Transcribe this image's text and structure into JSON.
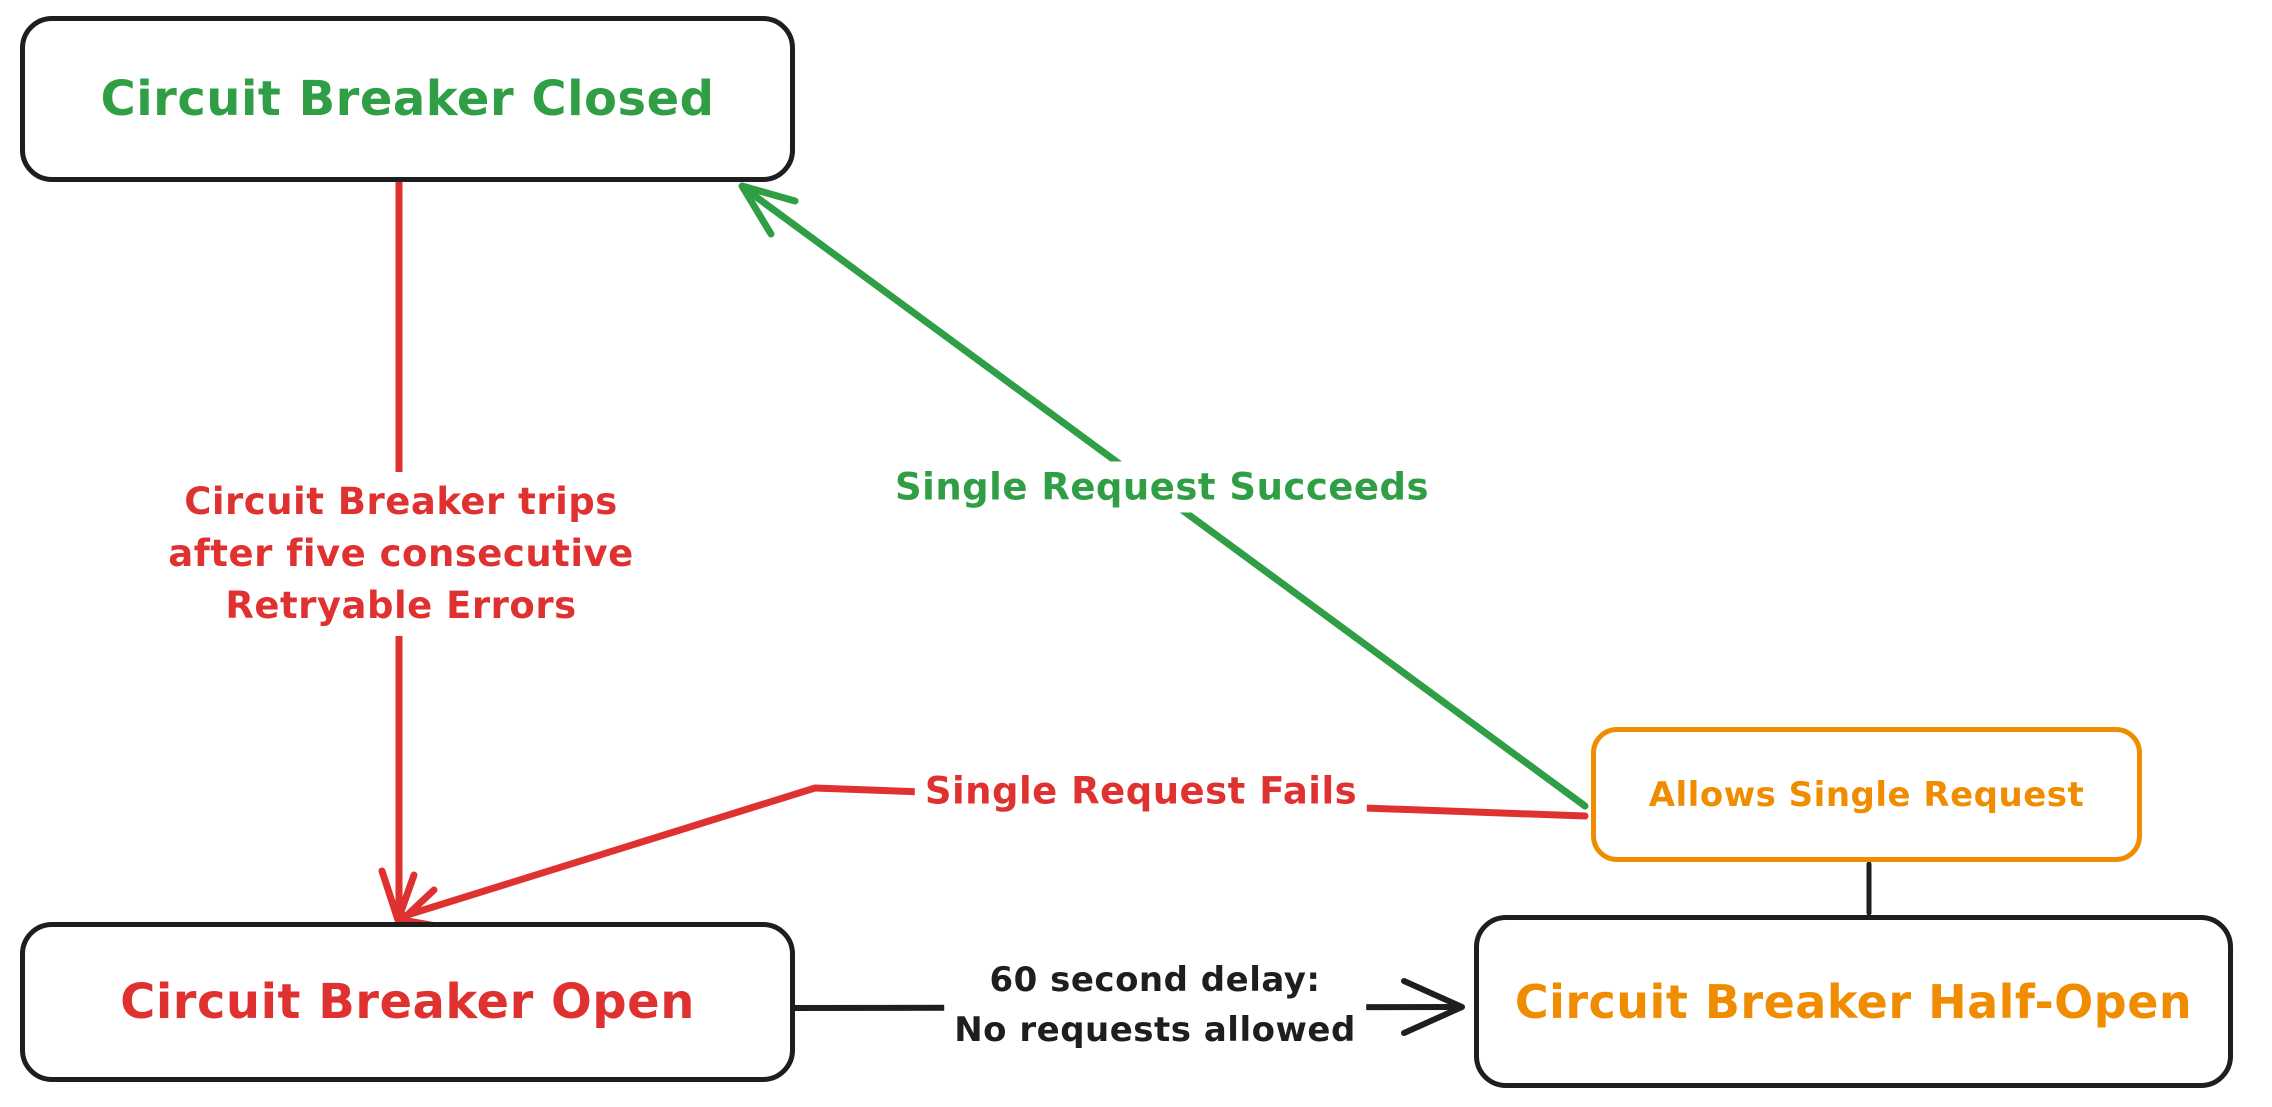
{
  "diagram": {
    "background_color": "#ffffff",
    "style": "hand-drawn state diagram",
    "nodes": {
      "closed": {
        "label": "Circuit Breaker Closed",
        "text_color": "#2f9e44",
        "border_color": "#1e1e1e"
      },
      "open": {
        "label": "Circuit Breaker Open",
        "text_color": "#e03131",
        "border_color": "#1e1e1e"
      },
      "half_open": {
        "label": "Circuit Breaker Half-Open",
        "text_color": "#f08c00",
        "border_color": "#1e1e1e"
      },
      "allows": {
        "label": "Allows Single Request",
        "text_color": "#f08c00",
        "border_color": "#f08c00"
      }
    },
    "edges": {
      "trip": {
        "from": "closed",
        "to": "open",
        "label": "Circuit Breaker trips\nafter five consecutive\nRetryable Errors",
        "color": "#e03131",
        "arrowhead": "open-v at open"
      },
      "succeeds": {
        "from": "allows",
        "to": "closed",
        "label": "Single Request Succeeds",
        "color": "#2f9e44",
        "arrowhead": "open-v at closed"
      },
      "fails": {
        "from": "allows",
        "to": "open",
        "label": "Single Request Fails",
        "color": "#e03131",
        "arrowhead": "open-v at open"
      },
      "delay": {
        "from": "open",
        "to": "half_open",
        "label": "60 second delay:\nNo requests allowed",
        "color": "#1e1e1e",
        "arrowhead": "open-v at half_open"
      },
      "allows_connector": {
        "from": "allows",
        "to": "half_open",
        "label": "",
        "color": "#1e1e1e",
        "arrowhead": "none"
      }
    }
  }
}
